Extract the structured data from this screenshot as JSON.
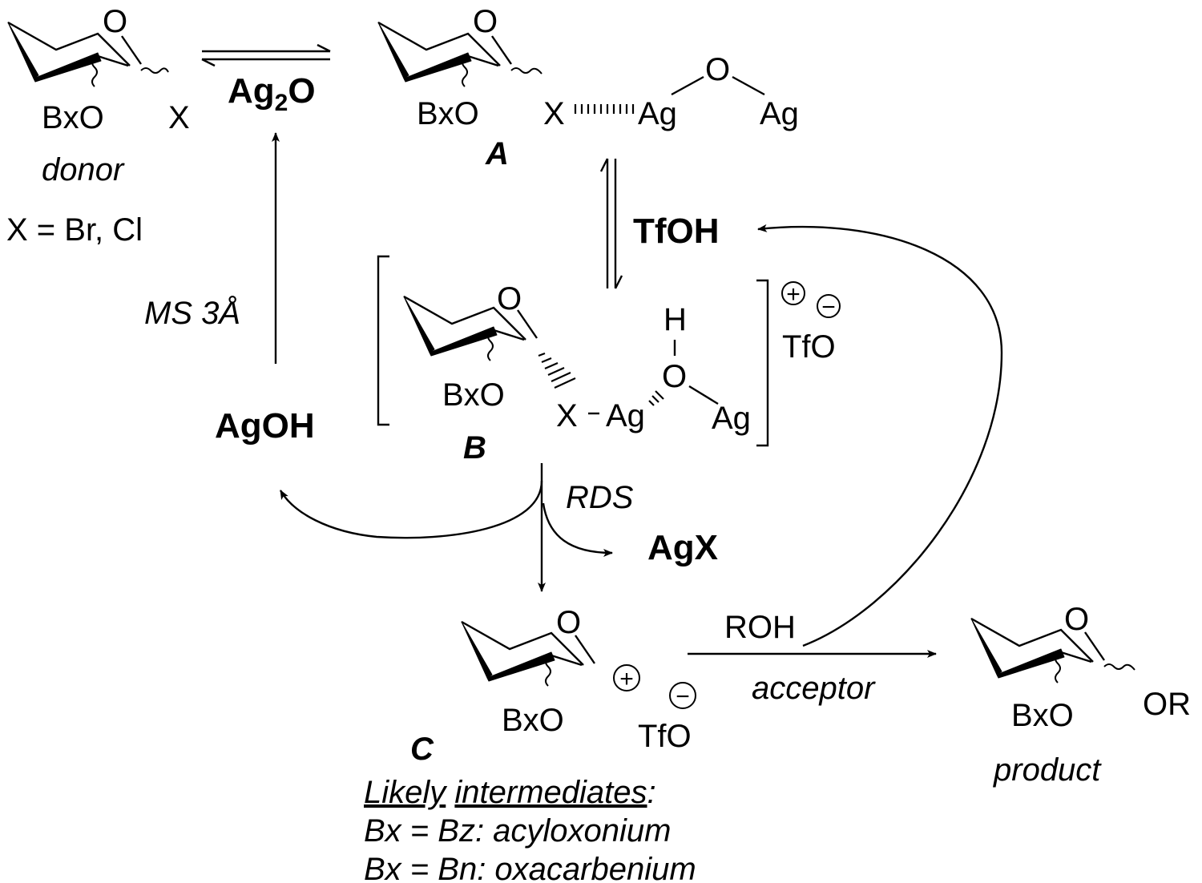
{
  "donor": {
    "ring_o": "O",
    "substituent": "BxO",
    "leaving_group": "X",
    "caption": "donor",
    "x_def": "X = Br, Cl"
  },
  "equilibrium_top": {
    "reagent_label": "Ag",
    "reagent_sub": "2",
    "reagent_tail": "O"
  },
  "intermediate_a": {
    "ring_o": "O",
    "substituent": "BxO",
    "x": "X",
    "ag1": "Ag",
    "bridge_o": "O",
    "ag2": "Ag",
    "label": "A"
  },
  "tfoh": "TfOH",
  "intermediate_b": {
    "ring_o": "O",
    "substituent": "BxO",
    "x": "X",
    "ag1": "Ag",
    "h": "H",
    "bridge_o": "O",
    "ag2": "Ag",
    "label": "B",
    "counterion": "TfO",
    "plus": "+",
    "minus": "−"
  },
  "cycle": {
    "ms_label": "MS 3Å",
    "agoh": "AgOH",
    "rds": "RDS",
    "agx": "AgX"
  },
  "intermediate_c": {
    "ring_o": "O",
    "substituent": "BxO",
    "plus": "+",
    "minus": "−",
    "counterion": "TfO",
    "label": "C",
    "note_line1_a": "Likely",
    "note_line1_b": "intermediates",
    "note_line1_c": ":",
    "note_line2": "Bx = Bz: acyloxonium",
    "note_line3": "Bx = Bn: oxacarbenium"
  },
  "glycosylation": {
    "reagent": "ROH",
    "caption": "acceptor"
  },
  "product": {
    "ring_o": "O",
    "substituent": "BxO",
    "or": "OR",
    "caption": "product"
  }
}
